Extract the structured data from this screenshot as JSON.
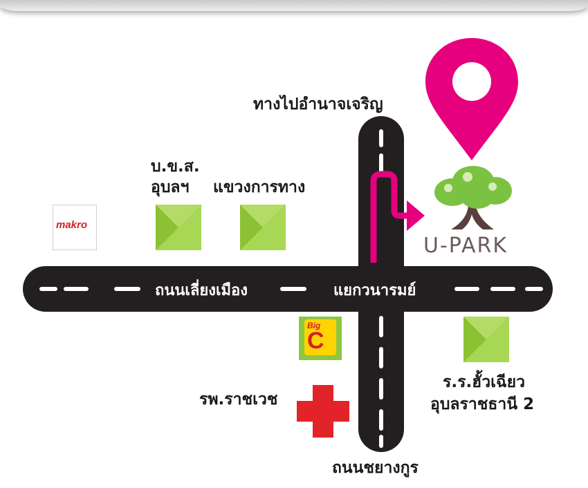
{
  "labels": {
    "to_amnat": "ทางไปอำนาจเจริญ",
    "bks_line1": "บ.ข.ส.",
    "bks_line2": "อุบลฯ",
    "highway_office": "แขวงการทาง",
    "hospital": "รพ.ราชเวช",
    "school_line1": "ร.ร.ฮั้วเฉียว",
    "school_line2": "อุบลราชธานี 2",
    "south_road": "ถนนชยางกูร"
  },
  "roads": {
    "bypass": "ถนนเลี่ยงเมือง",
    "junction": "แยกวนารมย์"
  },
  "brands": {
    "makro": "makro",
    "bigc_big": "Big",
    "bigc_c": "C",
    "upark": "U-PARK"
  },
  "colors": {
    "road": "#231f20",
    "pin": "#e6007e",
    "landmark_square": "#9acd3c",
    "hospital_cross": "#e2232a",
    "tree_canopy": "#7cc242",
    "tree_trunk": "#5a3f3f"
  },
  "icons": {
    "pin": "map-pin-icon",
    "tree": "tree-logo-icon",
    "hospital": "hospital-cross-icon",
    "route_arrow": "route-arrow-icon"
  }
}
